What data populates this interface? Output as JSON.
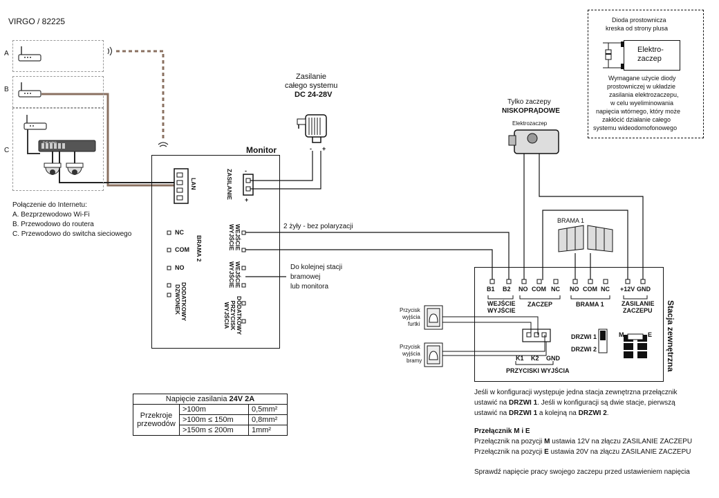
{
  "header": {
    "model": "VIRGO / 82225"
  },
  "internet": {
    "markers": [
      "A",
      "B",
      "C"
    ],
    "switch_label": "PoE switch",
    "title": "Połączenie do Internetu:",
    "items": [
      "A. Bezprzewodowo Wi-Fi",
      "B. Przewodowo do routera",
      "C. Przewodowo do switcha sieciowego"
    ]
  },
  "monitor": {
    "title": "Monitor",
    "lan": "LAN",
    "zasilanie": "ZASILANIE",
    "minus": "-",
    "plus": "+",
    "nc": "NC",
    "com": "COM",
    "no": "NO",
    "brama2": "BRAMA 2",
    "dzwonek": "DODATKOWY DZWONEK",
    "wejscie_wyjscie_1": "WEJŚCIE WYJŚCIE",
    "wejscie_wyjscie_2": "WEJŚCIE WYJŚCIE",
    "przycisk": "DODATKOWY PRZYCISK WYJŚCIA"
  },
  "power": {
    "line1": "Zasilanie",
    "line2": "całego systemu",
    "line3": "DC 24-28V",
    "minus": "-",
    "plus": "+"
  },
  "wires": {
    "two_wire": "2 żyły - bez polaryzacji",
    "next_station": [
      "Do kolejnej stacji",
      "bramowej",
      "lub monitora"
    ]
  },
  "lock": {
    "only_lock": "Tylko zaczepy",
    "low_current": "NISKOPRĄDOWE",
    "name": "Elektrozaczep"
  },
  "note": {
    "title": [
      "Dioda prostownicza",
      "kreska od strony plusa"
    ],
    "box": [
      "Elektro-",
      "zaczep"
    ],
    "body": [
      "Wymagane użycie diody",
      "prostowniczej w układzie",
      "zasilania elektrozaczepu,",
      "w celu wyeliminowania",
      "napięcia wtórnego, który może",
      "zakłócić działanie całego",
      "systemu wideodomofonowego"
    ]
  },
  "gate": {
    "label": "BRAMA 1"
  },
  "station": {
    "title": "Stacja zewnętrzna",
    "terminals": {
      "b1": "B1",
      "b2": "B2",
      "no": "NO",
      "com": "COM",
      "nc": "NC",
      "no2": "NO",
      "com2": "COM",
      "nc2": "NC",
      "v12": "+12V",
      "gnd": "GND",
      "k1": "K1",
      "k2": "K2",
      "gnd2": "GND"
    },
    "groups": {
      "wejscie": [
        "WEJŚCIE",
        "WYJŚCIE"
      ],
      "zaczep": "ZACZEP",
      "brama1": "BRAMA 1",
      "zasilanie": [
        "ZASILANIE",
        "ZACZEPU"
      ],
      "przyciski": "PRZYCISKI WYJŚCIA"
    },
    "drzwi1": "DRZWI 1",
    "drzwi2": "DRZWI 2",
    "switch_m": "M",
    "switch_e": "E"
  },
  "buttons": {
    "furtka": [
      "Przycisk",
      "wyjścia",
      "furtki"
    ],
    "brama": [
      "Przycisk",
      "wyjścia",
      "bramy"
    ]
  },
  "cable_table": {
    "header_prefix": "Napięcie zasilania ",
    "header_value": "24V 2A",
    "row_label": "Przekroje przewodów",
    "rows": [
      {
        "range": ">100m",
        "section": "0,5mm²"
      },
      {
        "range": ">100m ≤ 150m",
        "section": "0,8mm²"
      },
      {
        "range": ">150m ≤ 200m",
        "section": "1mm²"
      }
    ]
  },
  "instructions": {
    "p1_a": "Jeśli w konfiguracji występuje jedna stacja zewnętrzna przełącznik",
    "p1_b1": "ustawić na ",
    "p1_b2": "DRZWI 1",
    "p1_b3": ". Jeśli w konfiguracji są dwie stacje, pierwszą",
    "p1_c1": "ustawić na ",
    "p1_c2": "DRZWI 1",
    "p1_c3": " a kolejną na ",
    "p1_c4": "DRZWI 2",
    "p1_c5": ".",
    "sw_title": "Przełącznik M i E",
    "sw_m1": "Przełącznik na pozycji ",
    "sw_m2": "M",
    "sw_m3": " ustawia 12V na złączu ZASILANIE ZACZEPU",
    "sw_e1": "Przełącznik na pozycji ",
    "sw_e2": "E",
    "sw_e3": " ustawia 20V na złączu ZASILANIE ZACZEPU",
    "check": "Sprawdź napięcie pracy swojego zaczepu przed ustawieniem napięcia"
  }
}
